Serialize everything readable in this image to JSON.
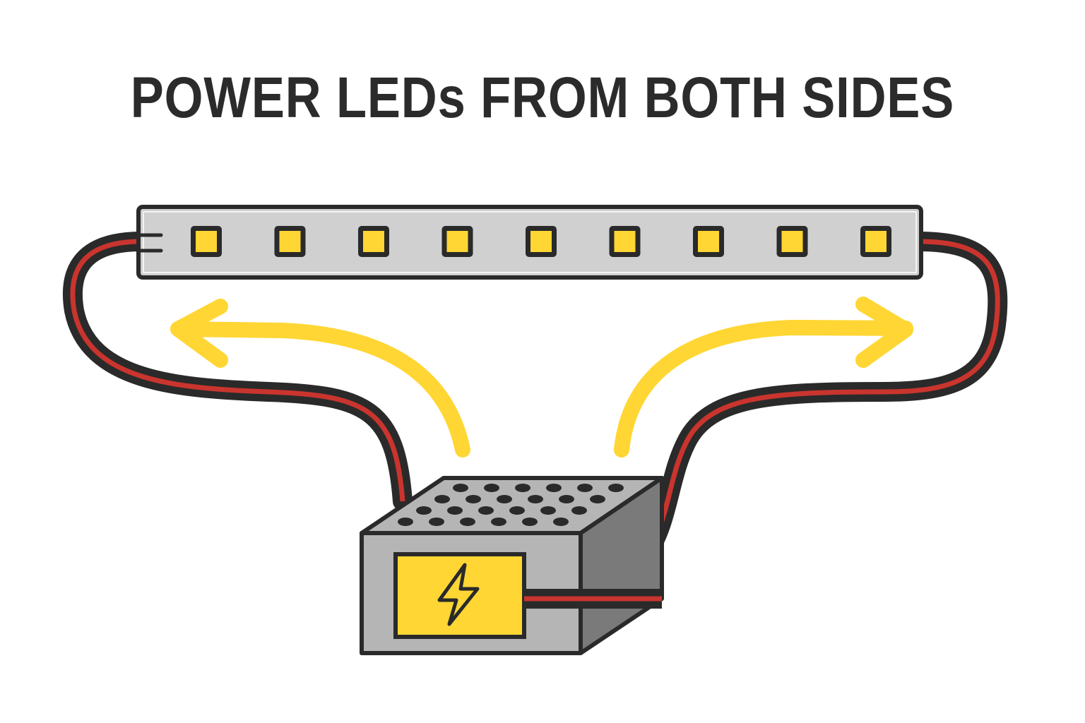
{
  "title": "POWER LEDs FROM BOTH SIDES",
  "led_strip": {
    "led_count": 9,
    "led_color": "#FFD633",
    "strip_color": "#D0D0D0"
  },
  "wire": {
    "outer_color": "#2A2A2A",
    "inner_color": "#C9352E"
  },
  "arrows": [
    {
      "direction": "left",
      "color": "#FFD633"
    },
    {
      "direction": "right",
      "color": "#FFD633"
    }
  ],
  "power_supply": {
    "icon": "lightning-bolt-icon",
    "label_color": "#FFD633",
    "body_color": "#B5B5B5",
    "side_color": "#7A7A7A",
    "vent_holes": 24
  }
}
